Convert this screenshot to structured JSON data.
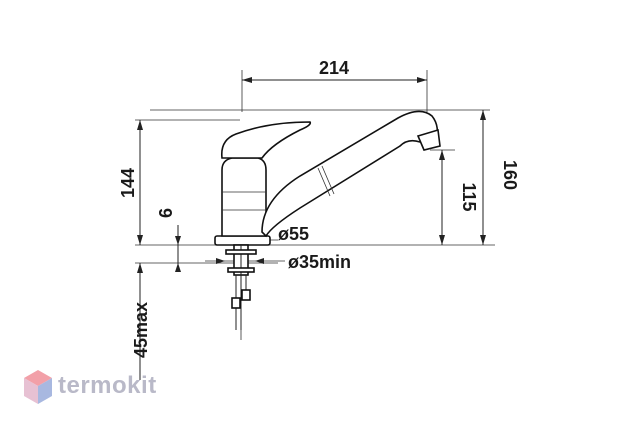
{
  "dimensions": {
    "spout_reach": "214",
    "height_to_handle": "144",
    "base_thickness": "6",
    "height_to_outlet": "115",
    "total_height": "160",
    "base_diameter": "ø55",
    "hole_diameter": "ø35min",
    "max_countertop": "45max"
  },
  "brand": {
    "name": "termokit",
    "text_color": "#b9b9c8",
    "mark_color_top": "#f2a0a8",
    "mark_color_bottom": "#a8b8e0"
  },
  "icons": {
    "logo": "hexagon-cube-icon"
  }
}
